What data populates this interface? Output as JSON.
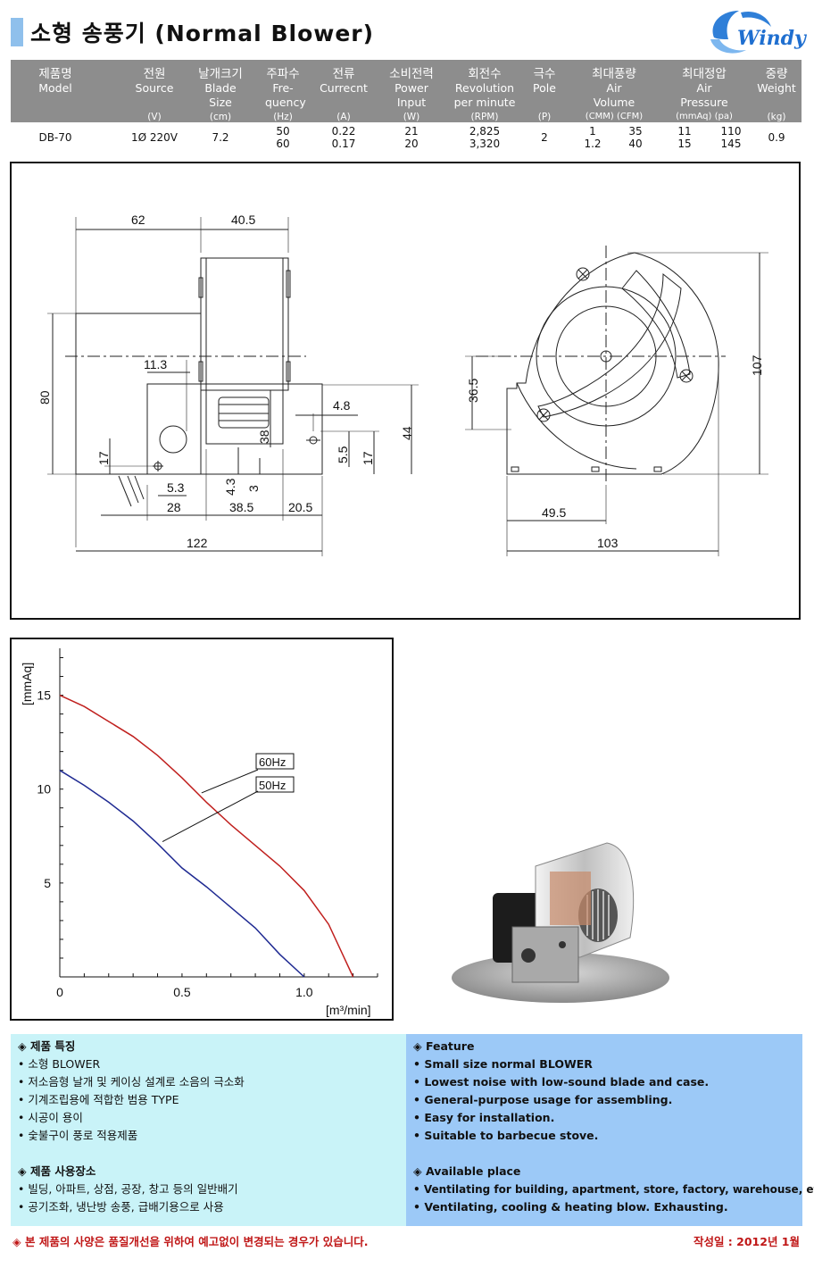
{
  "title": "소형  송풍기  (Normal Blower)",
  "logo_text": "Windy",
  "spec": {
    "columns": [
      {
        "ko": "제품명",
        "en": "Model",
        "unit": ""
      },
      {
        "ko": "전원",
        "en": "Source",
        "unit": "(V)"
      },
      {
        "ko": "날개크기",
        "en": "Blade Size",
        "unit": "(cm)"
      },
      {
        "ko": "주파수",
        "en": "Fre- quency",
        "unit": "(Hz)"
      },
      {
        "ko": "전류",
        "en": "Currecnt",
        "unit": "(A)"
      },
      {
        "ko": "소비전력",
        "en": "Power Input",
        "unit": "(W)"
      },
      {
        "ko": "회전수",
        "en": "Revolution per minute",
        "unit": "(RPM)"
      },
      {
        "ko": "극수",
        "en": "Pole",
        "unit": "(P)"
      },
      {
        "ko": "최대풍량",
        "en": "Air Volume",
        "unit": "(CMM)    (CFM)"
      },
      {
        "ko": "최대정압",
        "en": "Air Pressure",
        "unit": "(mmAq)    (pa)"
      },
      {
        "ko": "중량",
        "en": "Weight",
        "unit": "(kg)"
      }
    ],
    "row": {
      "model": "DB-70",
      "source": "1Ø 220V",
      "blade": "7.2",
      "freq": [
        "50",
        "60"
      ],
      "current": [
        "0.22",
        "0.17"
      ],
      "power": [
        "21",
        "20"
      ],
      "rpm": [
        "2,825",
        "3,320"
      ],
      "pole": "2",
      "cmm": [
        "1",
        "1.2"
      ],
      "cfm": [
        "35",
        "40"
      ],
      "mmaq": [
        "11",
        "15"
      ],
      "pa": [
        "110",
        "145"
      ],
      "weight": "0.9"
    }
  },
  "drawing": {
    "dims": [
      "62",
      "40.5",
      "11.3",
      "80",
      "38",
      "4.8",
      "44",
      "17",
      "5.5",
      "17",
      "4.3",
      "3",
      "5.3",
      "28",
      "38.5",
      "20.5",
      "122",
      "36.5",
      "107",
      "49.5",
      "103"
    ]
  },
  "chart_data": {
    "type": "line",
    "xlabel": "[m³/min]",
    "ylabel": "[mmAq]",
    "xlim": [
      0,
      1.3
    ],
    "ylim": [
      0,
      17.5
    ],
    "xticks": [
      "0",
      "0.5",
      "1.0"
    ],
    "yticks": [
      "5",
      "10",
      "15"
    ],
    "series": [
      {
        "name": "60Hz",
        "color": "#c0201e",
        "x": [
          0,
          0.1,
          0.2,
          0.3,
          0.4,
          0.5,
          0.6,
          0.7,
          0.8,
          0.9,
          1.0,
          1.1,
          1.2
        ],
        "y": [
          15,
          14.4,
          13.6,
          12.8,
          11.8,
          10.6,
          9.3,
          8.1,
          7.0,
          5.9,
          4.6,
          2.8,
          0
        ]
      },
      {
        "name": "50Hz",
        "color": "#1f2a92",
        "x": [
          0,
          0.1,
          0.2,
          0.3,
          0.4,
          0.5,
          0.6,
          0.7,
          0.8,
          0.9,
          1.0
        ],
        "y": [
          11,
          10.2,
          9.3,
          8.3,
          7.1,
          5.8,
          4.8,
          3.7,
          2.6,
          1.2,
          0
        ]
      }
    ]
  },
  "features_ko": {
    "heading": "◈ 제품 특징",
    "items": [
      "• 소형 BLOWER",
      "• 저소음형 날개 및 케이싱 설계로 소음의 극소화",
      "• 기계조립용에 적합한 범용 TYPE",
      "• 시공이 용이",
      "• 숯불구이 풍로 적용제품"
    ],
    "place_heading": "◈ 제품 사용장소",
    "place_items": [
      "• 빌딩, 아파트, 상점, 공장, 창고 등의 일반배기",
      "• 공기조화, 냉난방 송풍, 급배기용으로 사용"
    ]
  },
  "features_en": {
    "heading": "◈ Feature",
    "items": [
      "• Small size normal BLOWER",
      "• Lowest noise with low-sound blade and case.",
      "• General-purpose usage for assembling.",
      "• Easy for installation.",
      "• Suitable to barbecue stove."
    ],
    "place_heading": "◈ Available place",
    "place_items": [
      "• Ventilating for building, apartment, store, factory, warehouse, etc.",
      "• Ventilating, cooling & heating blow. Exhausting."
    ]
  },
  "footer": {
    "note": "◈ 본 제품의 사양은 품질개선을 위하여 예고없이 변경되는 경우가 있습니다.",
    "date": "작성일 : 2012년 1월"
  }
}
